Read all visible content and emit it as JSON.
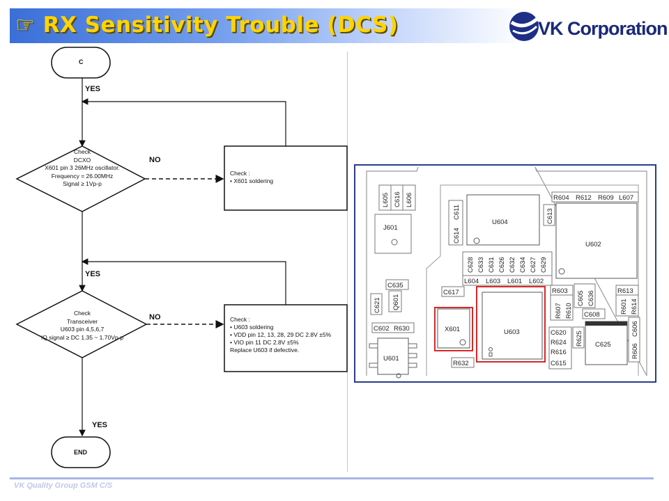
{
  "header": {
    "title": "☞ RX Sensitivity Trouble (DCS)",
    "logo_text": "VK Corporation"
  },
  "footer": {
    "text": "VK Quality Group GSM C/S"
  },
  "flowchart": {
    "start": "C",
    "end": "END",
    "yes1": "YES",
    "yes2": "YES",
    "yes3": "YES",
    "no1": "NO",
    "no2": "NO",
    "decision1": [
      "Check",
      "DCXO",
      "X601 pin 3 26MHz oscillator.",
      "Frequency = 26.00MHz",
      "Signal ≥ 1Vp-p"
    ],
    "action1": [
      "Check :",
      "• X601 soldering"
    ],
    "decision2": [
      "Check",
      "Transceiver",
      "U603 pin 4,5,6,7",
      "IQ signal ≥ DC 1.35 ~ 1.70Vp-p"
    ],
    "action2": [
      "Check :",
      "• U603 soldering",
      "• VDD pin 12, 13, 28, 29 DC 2.8V ±5%",
      "• VIO pin 11 DC 2.8V ±5%",
      "Replace U603 if defective."
    ]
  },
  "pcb": {
    "labels": {
      "L605": "L605",
      "C616": "C616",
      "L606": "L606",
      "J601": "J601",
      "C611": "C611",
      "C614": "C614",
      "U604": "U604",
      "C613": "C613",
      "R604": "R604",
      "R612": "R612",
      "R609": "R609",
      "L607": "L607",
      "U602": "U602",
      "C628": "C628",
      "C633": "C633",
      "C631": "C631",
      "C626": "C626",
      "C632": "C632",
      "C634": "C634",
      "C627": "C627",
      "C629": "C629",
      "L604": "L604",
      "L603": "L603",
      "L601": "L601",
      "L602": "L602",
      "C635": "C635",
      "C621": "C621",
      "Q601": "Q601",
      "C617": "C617",
      "R603": "R603",
      "R607": "R607",
      "R610": "R610",
      "C605": "C605",
      "C636": "C636",
      "R613": "R613",
      "R601": "R601",
      "R614": "R614",
      "C608": "C608",
      "C602": "C602",
      "R630": "R630",
      "X601": "X601",
      "U603": "U603",
      "C620": "C620",
      "R624": "R624",
      "R625": "R625",
      "R616": "R616",
      "C615": "C615",
      "C625": "C625",
      "C606": "C606",
      "R606": "R606",
      "U601": "U601",
      "R632": "R632"
    }
  },
  "colors": {
    "title": "#ffd400",
    "highlight": "#d62828",
    "pcb_border": "#2b3a8c",
    "logo": "#1a2a7a"
  }
}
